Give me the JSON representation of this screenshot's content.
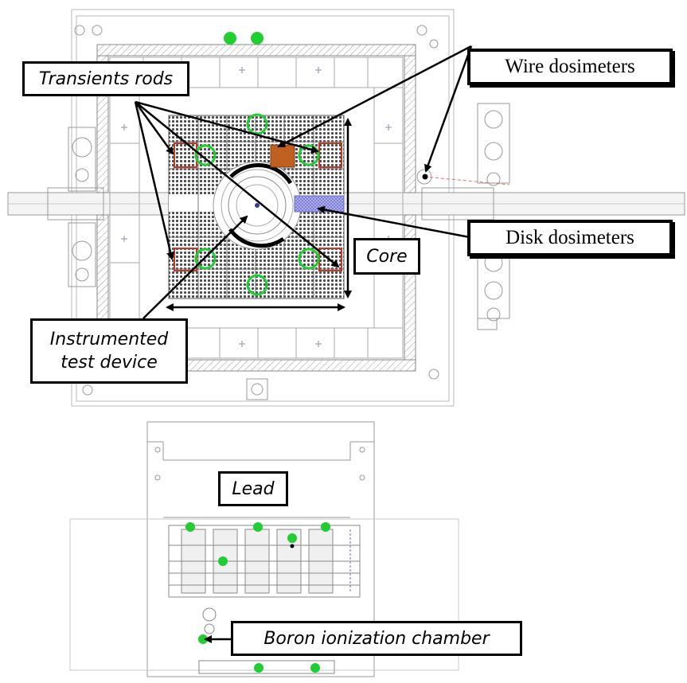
{
  "labels": {
    "transients_rods": "Transients rods",
    "wire_dosimeters": "Wire dosimeters",
    "disk_dosimeters": "Disk dosimeters",
    "core": "Core",
    "instrumented_line1": "Instrumented",
    "instrumented_line2": "test device",
    "lead": "Lead",
    "boron_chamber": "Boron ionization chamber"
  },
  "colors": {
    "line": "#555555",
    "light_line": "#b8b8b8",
    "hatch": "#9a9a9a",
    "fuel": "#4a4a4a",
    "green": "#22cc33",
    "red_outline": "#c0392b",
    "copper": "#c06020",
    "disk_blue": "#8b8bd6",
    "arrow": "#000000"
  }
}
